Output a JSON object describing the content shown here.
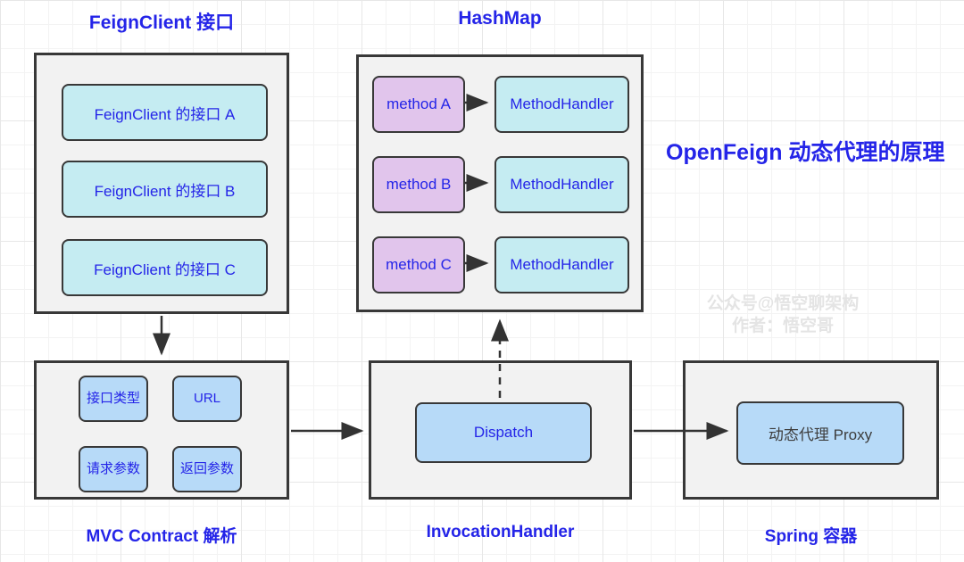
{
  "title": "OpenFeign 动态代理的原理",
  "watermark": {
    "line1": "公众号@悟空聊架构",
    "line2": "作者：悟空哥"
  },
  "feign_client": {
    "title": "FeignClient 接口",
    "items": [
      "FeignClient 的接口 A",
      "FeignClient 的接口 B",
      "FeignClient 的接口 C"
    ]
  },
  "hashmap": {
    "title": "HashMap",
    "rows": [
      {
        "key": "method A",
        "value": "MethodHandler"
      },
      {
        "key": "method B",
        "value": "MethodHandler"
      },
      {
        "key": "method C",
        "value": "MethodHandler"
      }
    ]
  },
  "mvc": {
    "label": "MVC Contract 解析",
    "items": [
      "接口类型",
      "URL",
      "请求参数",
      "返回参数"
    ]
  },
  "invocation": {
    "label": "InvocationHandler",
    "dispatch": "Dispatch"
  },
  "spring": {
    "label": "Spring 容器",
    "proxy": "动态代理 Proxy"
  },
  "colors": {
    "text_blue": "#2424e8",
    "box_fill_gray": "#f2f2f2",
    "cyan_fill": "#c5ecf2",
    "purple_fill": "#e1c5ec",
    "lightblue_fill": "#b7daf8",
    "border_dark": "#383838",
    "watermark_gray": "#e4e4e4",
    "proxy_text_dark": "#3d3d3d"
  }
}
